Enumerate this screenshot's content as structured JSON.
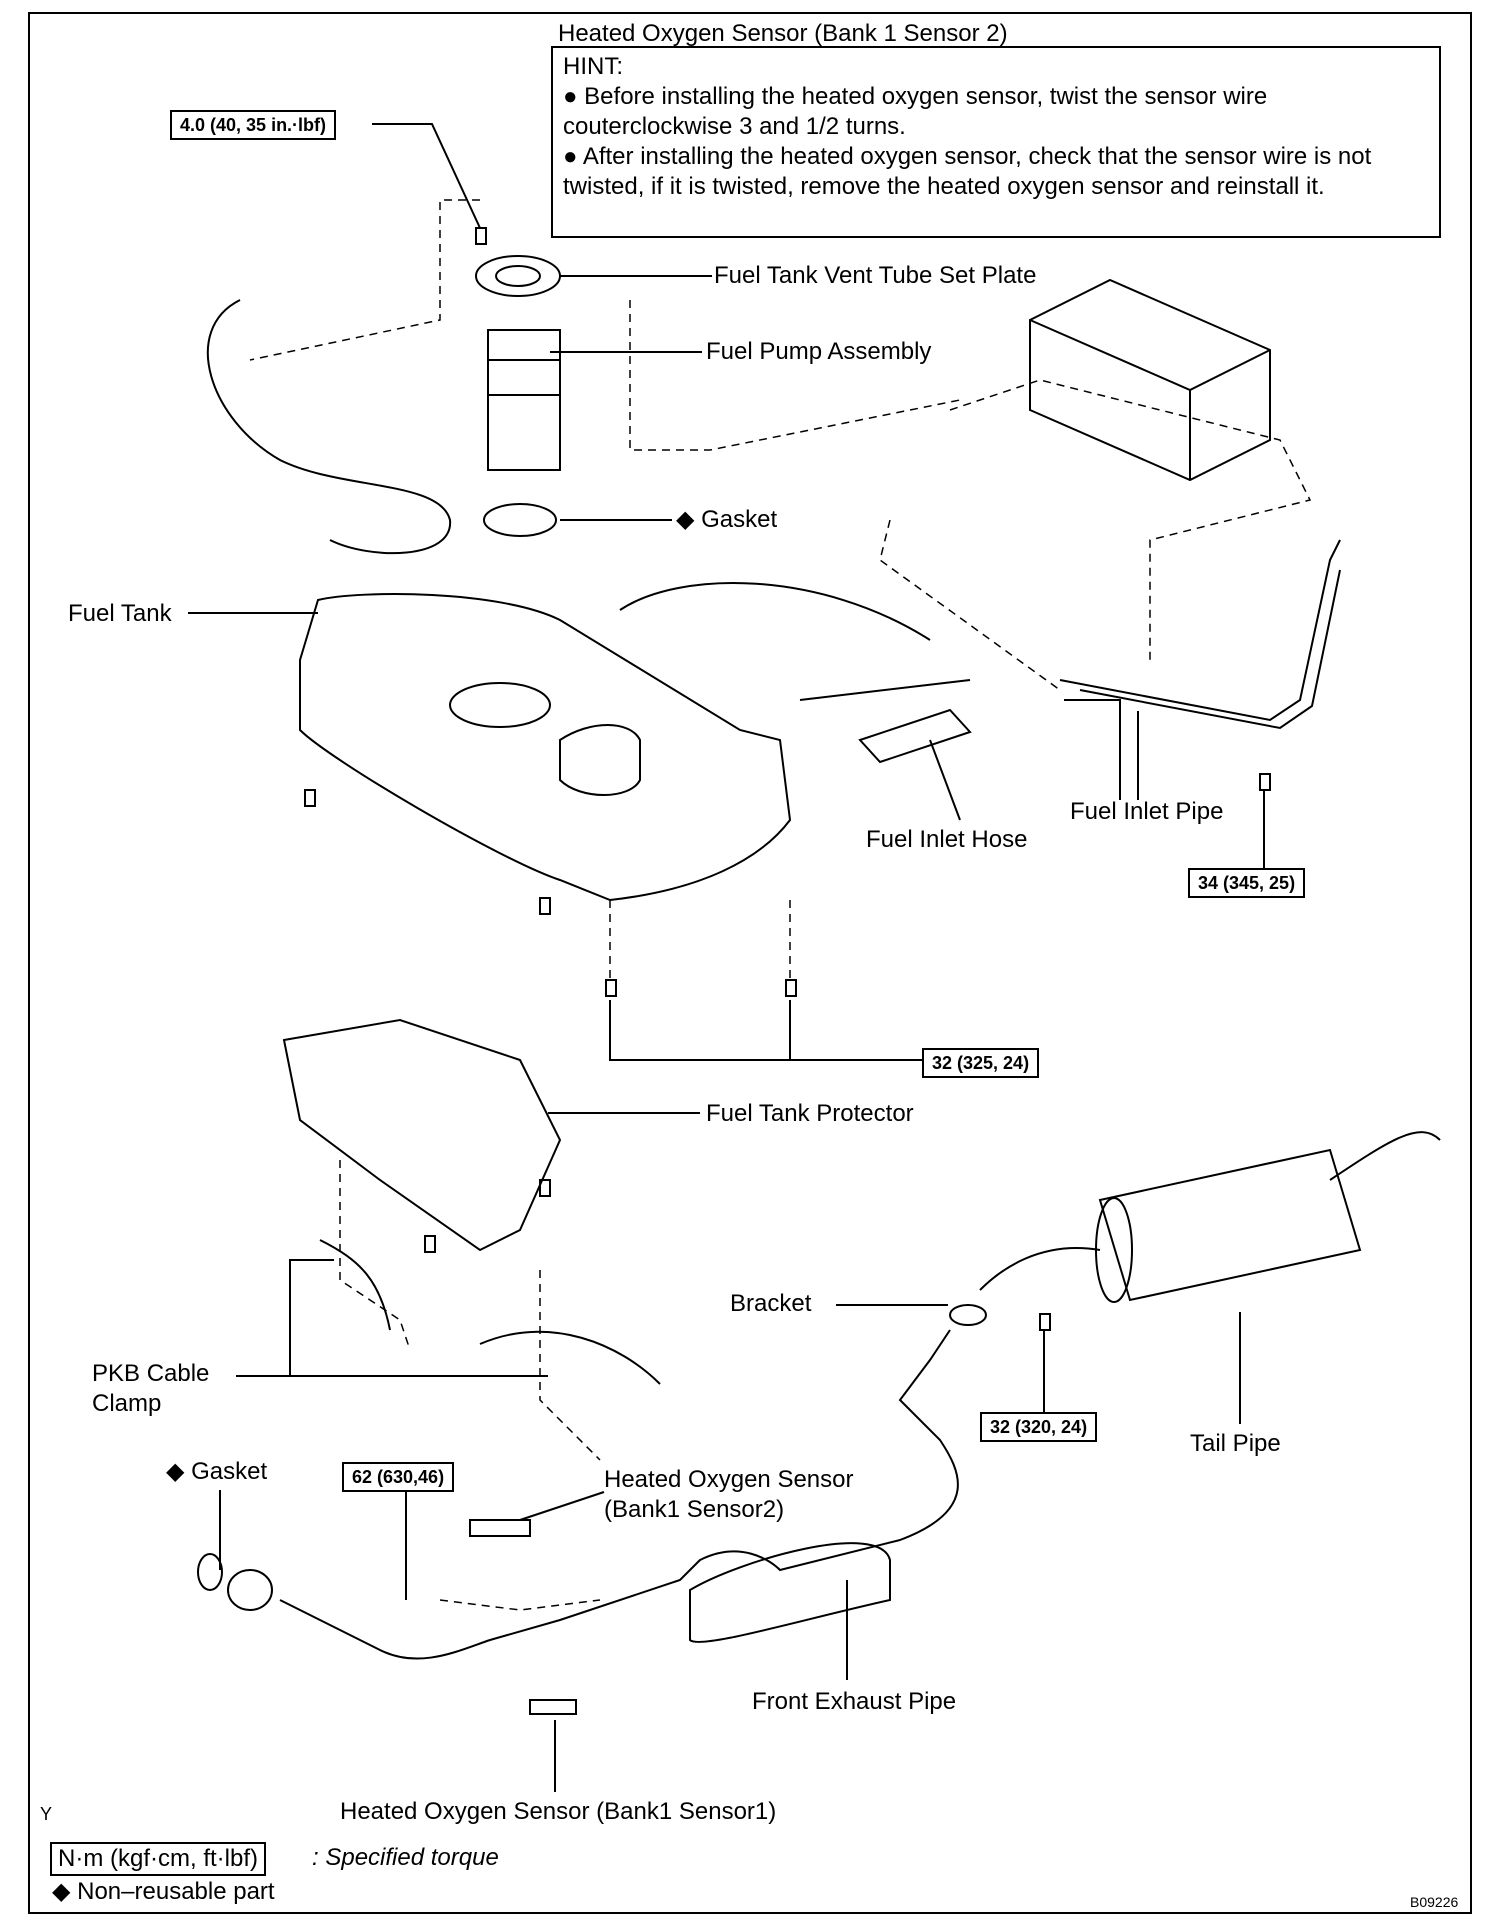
{
  "header": {
    "title": "Heated Oxygen Sensor (Bank 1 Sensor 2)",
    "hint_label": "HINT:",
    "hint_lines": [
      "● Before installing the heated oxygen sensor, twist the sensor wire couterclockwise 3 and 1/2 turns.",
      "● After installing the heated oxygen sensor, check that the sensor wire is not twisted, if it is twisted, remove the heated oxygen sensor and reinstall it."
    ]
  },
  "torques": {
    "t1": "4.0 (40, 35 in.·lbf)",
    "t2": "34 (345, 25)",
    "t3": "32 (325, 24)",
    "t4": "32 (320, 24)",
    "t5": "62 (630,46)"
  },
  "labels": {
    "vent_plate": "Fuel Tank Vent Tube Set Plate",
    "pump": "Fuel Pump Assembly",
    "gasket_top": "◆ Gasket",
    "fuel_tank": "Fuel Tank",
    "inlet_pipe": "Fuel Inlet Pipe",
    "inlet_hose": "Fuel Inlet Hose",
    "protector": "Fuel Tank Protector",
    "bracket": "Bracket",
    "pkb1": "PKB Cable",
    "pkb2": "Clamp",
    "tail_pipe": "Tail Pipe",
    "gasket_bottom": "◆ Gasket",
    "ho2s2_a": "Heated Oxygen Sensor",
    "ho2s2_b": "(Bank1 Sensor2)",
    "front_pipe": "Front Exhaust Pipe",
    "ho2s1": "Heated Oxygen Sensor (Bank1 Sensor1)",
    "y_mark": "Y"
  },
  "legend": {
    "unit": "N·m (kgf·cm, ft·lbf)",
    "torque_text": ": Specified torque",
    "nonreusable": "◆ Non–reusable part",
    "code": "B09226"
  }
}
